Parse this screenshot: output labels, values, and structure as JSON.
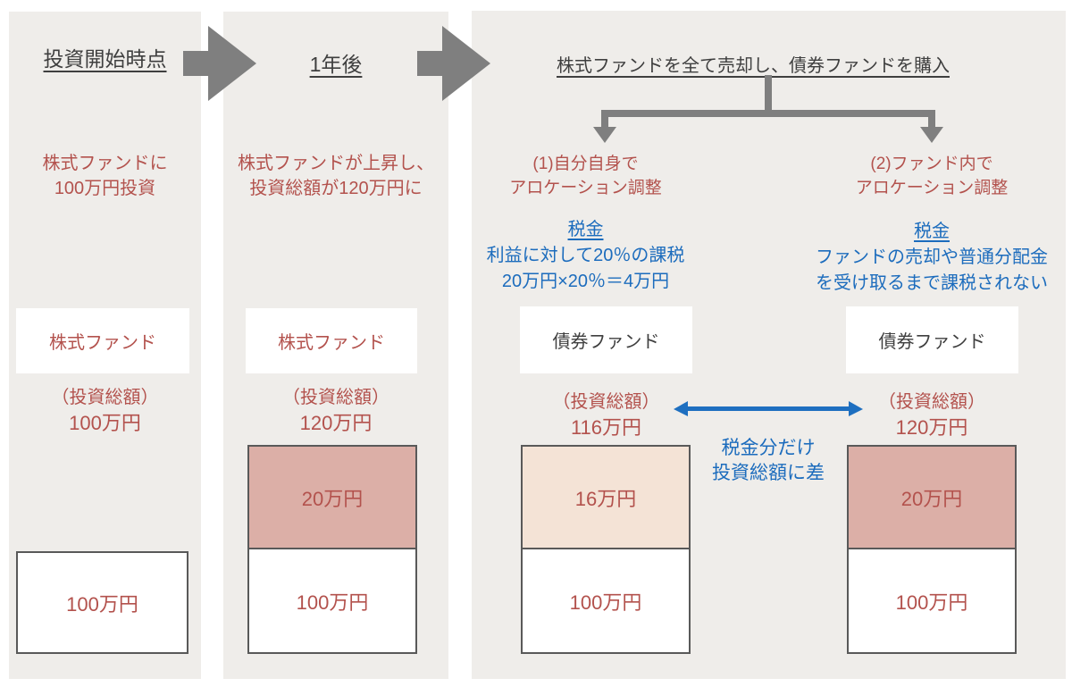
{
  "colors": {
    "panel_bg": "#efedea",
    "accent_red": "#b3524d",
    "accent_blue": "#1c6cbd",
    "arrow_gray": "#7f7f7f",
    "box_border": "#595959",
    "gain_dark_pink": "#dcafa7",
    "gain_light_pink": "#f4e3d6",
    "heading_dark": "#3f3f3f"
  },
  "panel_start": {
    "title": "投資開始時点",
    "desc_line1": "株式ファンドに",
    "desc_line2": "100万円投資",
    "fund_label": "株式ファンド",
    "total_caption": "（投資総額）",
    "total_value": "100万円",
    "principal_label": "100万円"
  },
  "panel_year1": {
    "title": "1年後",
    "desc_line1": "株式ファンドが上昇し、",
    "desc_line2": "投資総額が120万円に",
    "fund_label": "株式ファンド",
    "total_caption": "（投資総額）",
    "total_value": "120万円",
    "gain_label": "20万円",
    "principal_label": "100万円"
  },
  "panel_rebalance": {
    "title": "株式ファンドを全て売却し、債券ファンドを購入",
    "option1": {
      "heading_line1": "(1)自分自身で",
      "heading_line2": "アロケーション調整",
      "tax_title": "税金",
      "tax_line1": "利益に対して20％の課税",
      "tax_line2": "20万円×20％＝4万円",
      "fund_label": "債券ファンド",
      "total_caption": "（投資総額）",
      "total_value": "116万円",
      "gain_label": "16万円",
      "principal_label": "100万円"
    },
    "option2": {
      "heading_line1": "(2)ファンド内で",
      "heading_line2": "アロケーション調整",
      "tax_title": "税金",
      "tax_line1": "ファンドの売却や普通分配金",
      "tax_line2": "を受け取るまで課税されない",
      "fund_label": "債券ファンド",
      "total_caption": "（投資総額）",
      "total_value": "120万円",
      "gain_label": "20万円",
      "principal_label": "100万円"
    },
    "difference_line1": "税金分だけ",
    "difference_line2": "投資総額に差"
  }
}
